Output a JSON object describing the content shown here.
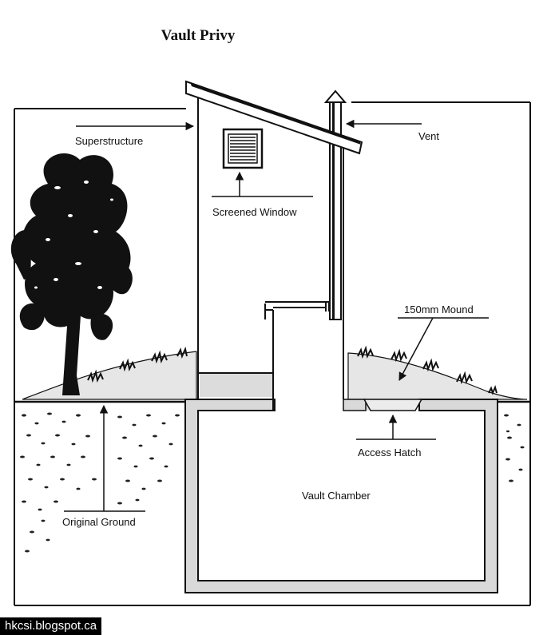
{
  "title": "Vault Privy",
  "labels": {
    "superstructure": "Superstructure",
    "vent": "Vent",
    "screened_window": "Screened Window",
    "mound": "150mm Mound",
    "access_hatch": "Access Hatch",
    "vault_chamber": "Vault Chamber",
    "original_ground": "Original Ground"
  },
  "credit": "hkcsi.blogspot.ca",
  "colors": {
    "line": "#111111",
    "fill_gray": "#d9d9d9",
    "mound_fill": "#e6e6e6"
  }
}
